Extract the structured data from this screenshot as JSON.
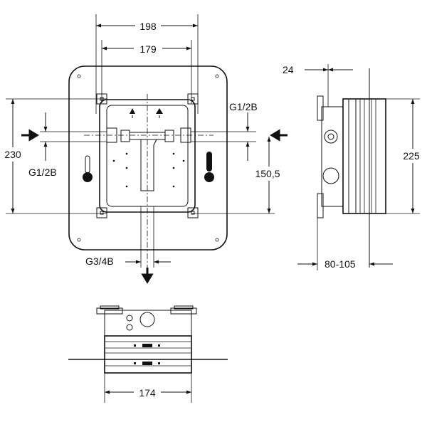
{
  "labels": {
    "width_outer": "198",
    "width_inner": "179",
    "height_total": "230",
    "inlet_left": "G1/2B",
    "inlet_right": "G1/2B",
    "outlet_height": "150,5",
    "outlet": "G3/4B",
    "depth_top": "24",
    "height_side": "225",
    "depth_range": "80-105",
    "width_bottom": "174"
  },
  "icons": {
    "left_thermometer": "cold-thermometer-icon",
    "right_thermometer": "hot-thermometer-icon",
    "inlet_arrow_left": "arrow-right-icon",
    "inlet_arrow_right": "arrow-left-icon",
    "outlet_arrow": "arrow-down-icon"
  }
}
